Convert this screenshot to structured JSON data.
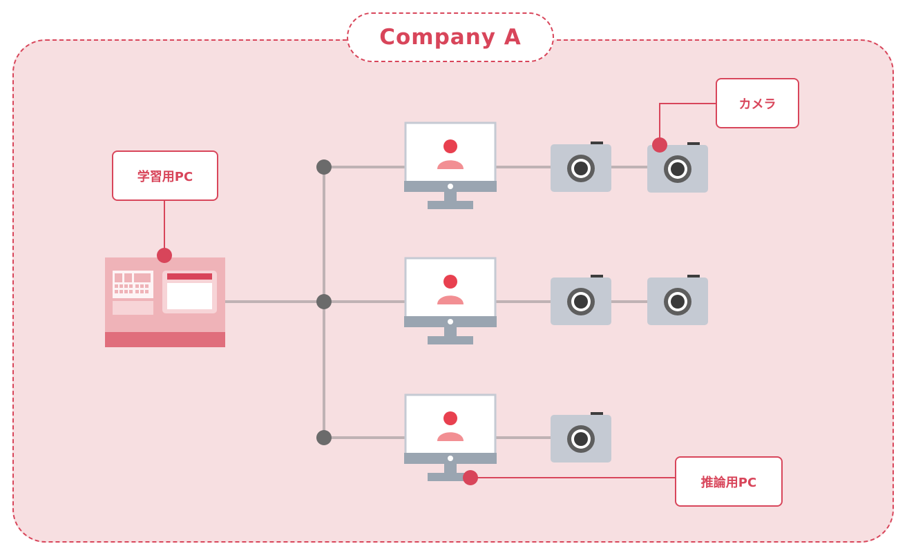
{
  "region": {
    "title": "Company A"
  },
  "callouts": {
    "learning_pc": "学習用PC",
    "camera": "カメラ",
    "inference_pc": "推論用PC"
  },
  "colors": {
    "accent": "#d8455a",
    "region_fill": "#f7dfe1",
    "line": "#bfb2b4",
    "node": "#6b6b6b",
    "camera_body": "#c5cad3",
    "monitor_stand": "#9aa5b1"
  },
  "icons": {
    "learning_pc": "server-rack-icon",
    "inference_pc": "monitor-user-icon",
    "camera": "camera-icon"
  }
}
